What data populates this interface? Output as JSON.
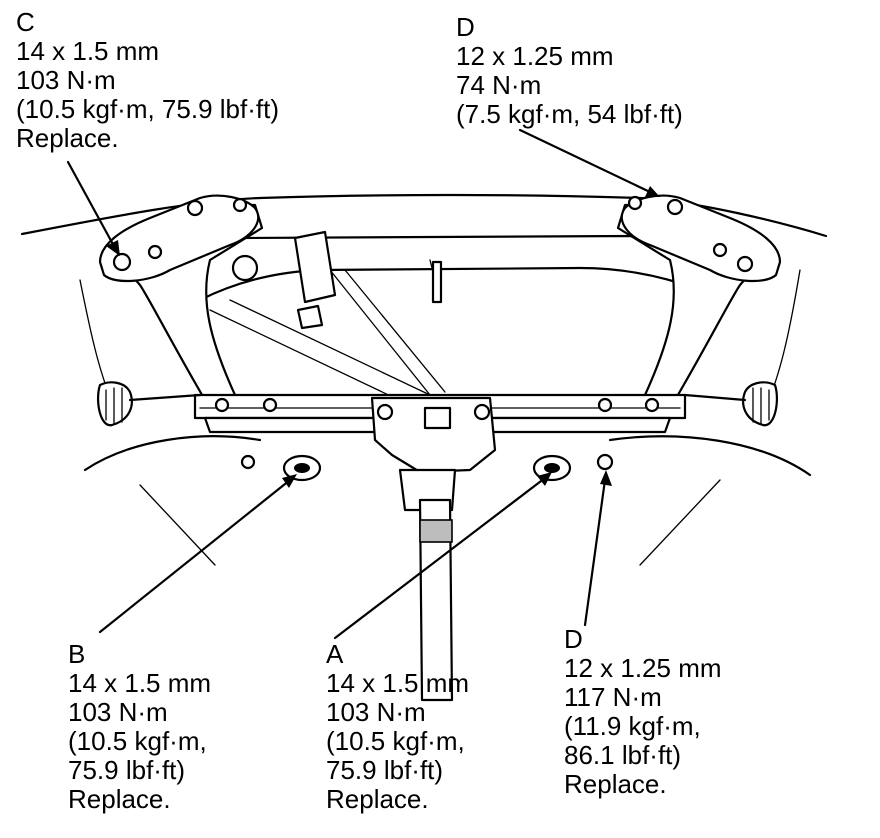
{
  "callouts": {
    "c": {
      "letter": "C",
      "bolt_size": "14 x 1.5 mm",
      "torque_nm": "103 N·m",
      "torque_alt": "(10.5 kgf·m, 75.9 lbf·ft)",
      "note": "Replace."
    },
    "d_top": {
      "letter": "D",
      "bolt_size": "12 x 1.25 mm",
      "torque_nm": "74 N·m",
      "torque_alt": "(7.5 kgf·m, 54 lbf·ft)"
    },
    "b": {
      "letter": "B",
      "bolt_size": "14 x 1.5 mm",
      "torque_nm": "103 N·m",
      "torque_alt_1": "(10.5 kgf·m,",
      "torque_alt_2": "75.9 lbf·ft)",
      "note": "Replace."
    },
    "a": {
      "letter": "A",
      "bolt_size": "14 x 1.5 mm",
      "torque_nm": "103 N·m",
      "torque_alt_1": "(10.5 kgf·m,",
      "torque_alt_2": "75.9 lbf·ft)",
      "note": "Replace."
    },
    "d_bottom": {
      "letter": "D",
      "bolt_size": "12 x 1.25 mm",
      "torque_nm": "117 N·m",
      "torque_alt_1": "(11.9 kgf·m,",
      "torque_alt_2": "86.1 lbf·ft)",
      "note": "Replace."
    }
  }
}
